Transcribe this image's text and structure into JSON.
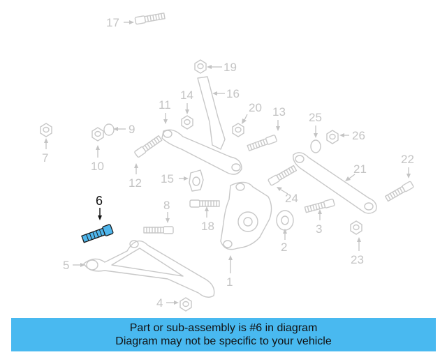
{
  "diagram": {
    "highlight_color": "#4fb6ec",
    "callouts": [
      {
        "id": "c1",
        "label": "1"
      },
      {
        "id": "c2",
        "label": "2"
      },
      {
        "id": "c3",
        "label": "3"
      },
      {
        "id": "c4",
        "label": "4"
      },
      {
        "id": "c5",
        "label": "5"
      },
      {
        "id": "c6",
        "label": "6",
        "highlighted": true
      },
      {
        "id": "c7",
        "label": "7"
      },
      {
        "id": "c8",
        "label": "8"
      },
      {
        "id": "c9",
        "label": "9"
      },
      {
        "id": "c10",
        "label": "10"
      },
      {
        "id": "c11",
        "label": "11"
      },
      {
        "id": "c12",
        "label": "12"
      },
      {
        "id": "c13",
        "label": "13"
      },
      {
        "id": "c14",
        "label": "14"
      },
      {
        "id": "c15",
        "label": "15"
      },
      {
        "id": "c16",
        "label": "16"
      },
      {
        "id": "c17",
        "label": "17"
      },
      {
        "id": "c18",
        "label": "18"
      },
      {
        "id": "c19",
        "label": "19"
      },
      {
        "id": "c20",
        "label": "20"
      },
      {
        "id": "c21",
        "label": "21"
      },
      {
        "id": "c22",
        "label": "22"
      },
      {
        "id": "c23",
        "label": "23"
      },
      {
        "id": "c24",
        "label": "24"
      },
      {
        "id": "c25",
        "label": "25"
      },
      {
        "id": "c26",
        "label": "26"
      }
    ]
  },
  "banner": {
    "line1": "Part or sub-assembly is #6 in diagram",
    "line2": "Diagram may not be specific to your vehicle",
    "background": "#49b9f0"
  }
}
